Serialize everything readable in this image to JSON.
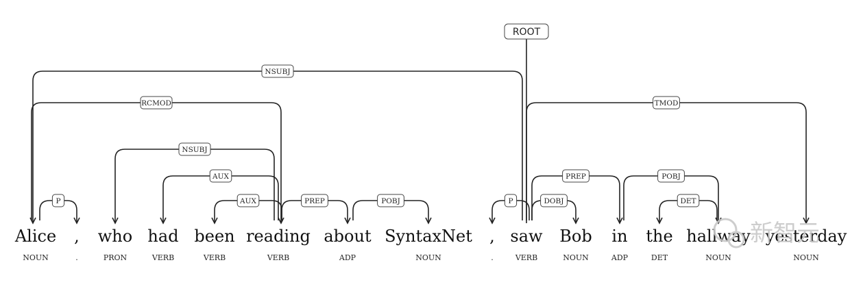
{
  "root_label": "ROOT",
  "tokens": [
    {
      "word": "Alice",
      "pos": "NOUN"
    },
    {
      "word": ",",
      "pos": "."
    },
    {
      "word": "who",
      "pos": "PRON"
    },
    {
      "word": "had",
      "pos": "VERB"
    },
    {
      "word": "been",
      "pos": "VERB"
    },
    {
      "word": "reading",
      "pos": "VERB"
    },
    {
      "word": "about",
      "pos": "ADP"
    },
    {
      "word": "SyntaxNet",
      "pos": "NOUN"
    },
    {
      "word": ",",
      "pos": "."
    },
    {
      "word": "saw",
      "pos": "VERB"
    },
    {
      "word": "Bob",
      "pos": "NOUN"
    },
    {
      "word": "in",
      "pos": "ADP"
    },
    {
      "word": "the",
      "pos": "DET"
    },
    {
      "word": "hallway",
      "pos": "NOUN"
    },
    {
      "word": "yesterday",
      "pos": "NOUN"
    }
  ],
  "root_token": 9,
  "arcs": [
    {
      "head": 9,
      "dep": 0,
      "label": "NSUBJ"
    },
    {
      "head": 0,
      "dep": 5,
      "label": "RCMOD"
    },
    {
      "head": 0,
      "dep": 1,
      "label": "P"
    },
    {
      "head": 5,
      "dep": 2,
      "label": "NSUBJ"
    },
    {
      "head": 5,
      "dep": 3,
      "label": "AUX"
    },
    {
      "head": 5,
      "dep": 4,
      "label": "AUX"
    },
    {
      "head": 5,
      "dep": 6,
      "label": "PREP"
    },
    {
      "head": 6,
      "dep": 7,
      "label": "POBJ"
    },
    {
      "head": 9,
      "dep": 8,
      "label": "P"
    },
    {
      "head": 9,
      "dep": 14,
      "label": "TMOD"
    },
    {
      "head": 9,
      "dep": 11,
      "label": "PREP"
    },
    {
      "head": 9,
      "dep": 10,
      "label": "DOBJ"
    },
    {
      "head": 11,
      "dep": 13,
      "label": "POBJ"
    },
    {
      "head": 13,
      "dep": 12,
      "label": "DET"
    }
  ],
  "watermark": "新智元"
}
